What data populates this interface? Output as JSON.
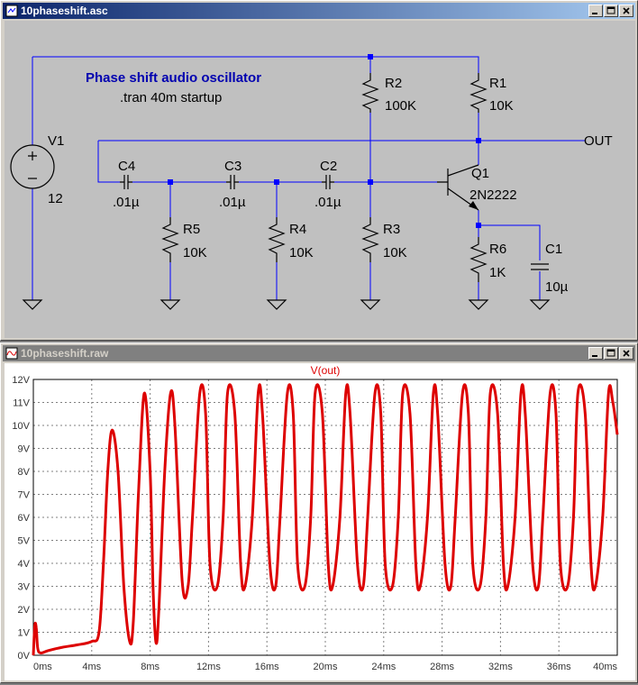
{
  "schematic_window": {
    "title": "10phaseshift.asc",
    "comment_title": "Phase shift audio oscillator",
    "directive": ".tran 40m startup",
    "net_out": "OUT",
    "components": {
      "V1": {
        "name": "V1",
        "value": "12"
      },
      "R1": {
        "name": "R1",
        "value": "10K"
      },
      "R2": {
        "name": "R2",
        "value": "100K"
      },
      "R3": {
        "name": "R3",
        "value": "10K"
      },
      "R4": {
        "name": "R4",
        "value": "10K"
      },
      "R5": {
        "name": "R5",
        "value": "10K"
      },
      "R6": {
        "name": "R6",
        "value": "1K"
      },
      "C1": {
        "name": "C1",
        "value": "10µ"
      },
      "C2": {
        "name": "C2",
        "value": ".01µ"
      },
      "C3": {
        "name": "C3",
        "value": ".01µ"
      },
      "C4": {
        "name": "C4",
        "value": ".01µ"
      },
      "Q1": {
        "name": "Q1",
        "value": "2N2222"
      }
    },
    "colors": {
      "wire": "#0000ff",
      "component": "#000000",
      "comment": "#0000b0",
      "canvas": "#c0c0c0"
    }
  },
  "waveform_window": {
    "title": "10phaseshift.raw"
  },
  "chart_data": {
    "type": "line",
    "title": "V(out)",
    "xlabel": "",
    "ylabel": "",
    "xlim": [
      0,
      40
    ],
    "ylim": [
      0,
      12
    ],
    "grid": true,
    "x_unit": "ms",
    "y_unit": "V",
    "x_ticks": [
      "0ms",
      "4ms",
      "8ms",
      "12ms",
      "16ms",
      "20ms",
      "24ms",
      "28ms",
      "32ms",
      "36ms",
      "40ms"
    ],
    "y_ticks": [
      "0V",
      "1V",
      "2V",
      "3V",
      "4V",
      "5V",
      "6V",
      "7V",
      "8V",
      "9V",
      "10V",
      "11V",
      "12V"
    ],
    "series": [
      {
        "name": "V(out)",
        "color": "#dd0000",
        "x": [
          0,
          0.1,
          0.2,
          0.3,
          0.5,
          1,
          2,
          3,
          4,
          4.5,
          4.8,
          5.1,
          5.4,
          5.8,
          6.2,
          6.6,
          6.85,
          7.2,
          7.6,
          8,
          8.2,
          8.4,
          8.6,
          9,
          9.4,
          9.7,
          10.2,
          10.6,
          10.9,
          11.4,
          11.8,
          12.1,
          12.6,
          13.0,
          13.3,
          13.8,
          14.2,
          14.5,
          15.0,
          15.4,
          15.7,
          16.2,
          16.6,
          16.9,
          17.4,
          17.8,
          18.1,
          18.6,
          19.0,
          19.3,
          19.8,
          20.2,
          20.5,
          21.0,
          21.4,
          21.7,
          22.2,
          22.6,
          22.9,
          23.4,
          23.8,
          24.1,
          24.6,
          25.0,
          25.3,
          25.8,
          26.2,
          26.5,
          27.0,
          27.4,
          27.7,
          28.2,
          28.6,
          28.9,
          29.4,
          29.8,
          30.1,
          30.6,
          31.0,
          31.3,
          31.8,
          32.2,
          32.5,
          33.0,
          33.4,
          33.7,
          34.2,
          34.6,
          34.9,
          35.4,
          35.8,
          36.1,
          36.6,
          37.0,
          37.3,
          37.8,
          38.2,
          38.5,
          39.0,
          39.4,
          39.7,
          40
        ],
        "y": [
          0,
          1.3,
          1.2,
          0.3,
          0.1,
          0.2,
          0.35,
          0.45,
          0.6,
          1.0,
          4.0,
          8.0,
          9.8,
          8.0,
          3.0,
          0.6,
          1.5,
          7.0,
          11.4,
          8.0,
          3.0,
          0.55,
          2.0,
          8.0,
          11.4,
          10.0,
          3.2,
          3.0,
          6.0,
          11.4,
          10.5,
          4.0,
          3.0,
          6.0,
          11.4,
          10.5,
          4.0,
          3.0,
          6.0,
          11.4,
          10.5,
          4.0,
          3.0,
          6.0,
          11.4,
          10.5,
          4.0,
          3.0,
          6.0,
          11.4,
          10.5,
          4.0,
          3.0,
          6.0,
          11.4,
          10.5,
          4.0,
          3.0,
          6.0,
          11.4,
          10.5,
          4.0,
          3.0,
          6.0,
          11.4,
          10.5,
          4.0,
          3.0,
          6.0,
          11.4,
          10.5,
          4.0,
          3.0,
          6.0,
          11.4,
          10.5,
          4.0,
          3.0,
          6.0,
          11.4,
          10.5,
          4.0,
          3.0,
          6.0,
          11.4,
          10.5,
          4.0,
          3.0,
          6.0,
          11.4,
          10.5,
          4.0,
          3.0,
          6.0,
          11.4,
          10.5,
          4.0,
          3.0,
          6.0,
          11.4,
          11.0,
          9.6
        ]
      }
    ]
  }
}
